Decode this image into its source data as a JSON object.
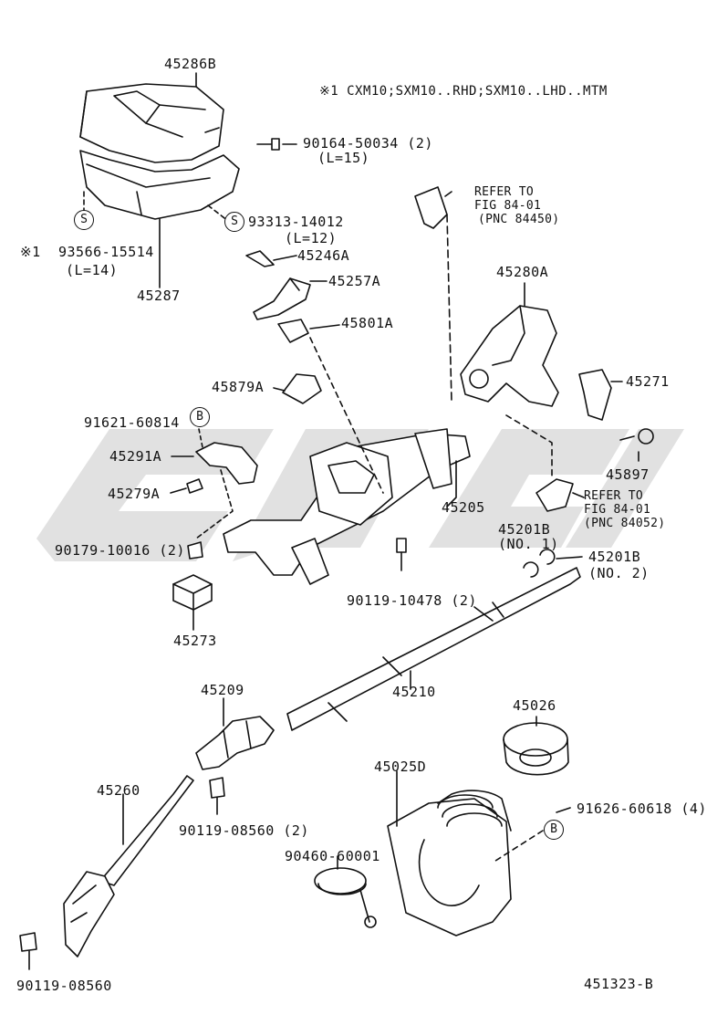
{
  "watermark": {
    "text": "PSSP",
    "color": "#d8d8d8"
  },
  "header_note": "※1 CXM10;SXM10..RHD;SXM10..LHD..MTM",
  "figure_code": "451323-B",
  "symbols": {
    "s": "S",
    "b": "B"
  },
  "labels": {
    "p45286B": "45286B",
    "p90164": "90164-50034 (2)",
    "p90164_len": "(L=15)",
    "p93566_mark": "※1",
    "p93566": "93566-15514",
    "p93566_len": "(L=14)",
    "p93313": "93313-14012",
    "p93313_len": "(L=12)",
    "p45287": "45287",
    "p45246A": "45246A",
    "p45257A": "45257A",
    "p45801A": "45801A",
    "p45879A": "45879A",
    "p91621": "91621-60814",
    "p45291A": "45291A",
    "p45279A": "45279A",
    "p90179": "90179-10016 (2)",
    "p45273": "45273",
    "p45205": "45205",
    "p90119_10478": "90119-10478 (2)",
    "p45280A": "45280A",
    "p45271": "45271",
    "p45897": "45897",
    "p45201B_1": "45201B",
    "p45201B_1_no": "(NO. 1)",
    "p45201B_2": "45201B",
    "p45201B_2_no": "(NO. 2)",
    "p45210": "45210",
    "p45209": "45209",
    "p45026": "45026",
    "p45025D": "45025D",
    "p45260": "45260",
    "p90119_08560a": "90119-08560 (2)",
    "p90460": "90460-60001",
    "p91626": "91626-60618 (4)",
    "p90119_08560b": "90119-08560"
  },
  "refs": {
    "upper_1": "REFER TO",
    "upper_2": "FIG 84-01",
    "upper_3": "(PNC 84450)",
    "lower_1": "REFER TO",
    "lower_2": "FIG 84-01",
    "lower_3": "(PNC 84052)"
  }
}
